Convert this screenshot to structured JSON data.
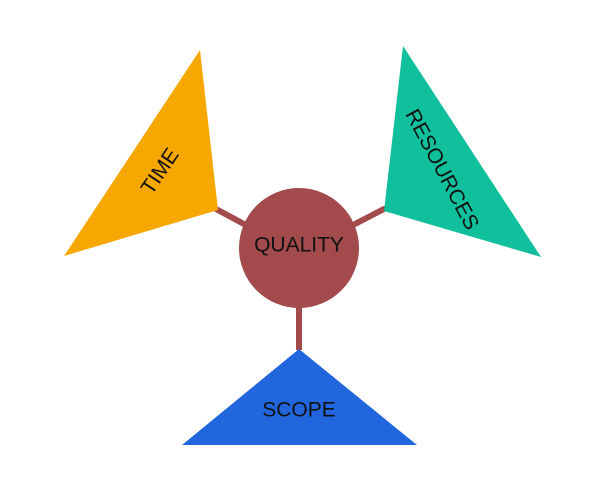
{
  "diagram": {
    "center": {
      "label": "QUALITY",
      "color": "#a34a4d"
    },
    "time": {
      "label": "TIME",
      "color": "#f7a800"
    },
    "resources": {
      "label": "RESOURCES",
      "color": "#10bf9b"
    },
    "scope": {
      "label": "SCOPE",
      "color": "#2266de"
    },
    "connector_color": "#a34a4d"
  }
}
